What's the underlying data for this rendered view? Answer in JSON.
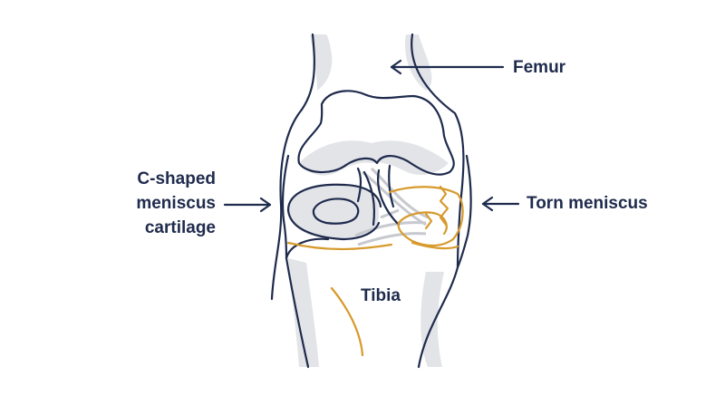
{
  "colors": {
    "outline": "#1f2b4d",
    "shade": "#e3e4e8",
    "ligament": "#c7c9cf",
    "meniscus": "#d79a2c",
    "background": "#ffffff"
  },
  "labels": {
    "femur": "Femur",
    "torn_meniscus": "Torn meniscus",
    "tibia": "Tibia",
    "c_shaped": {
      "line1": "C-shaped",
      "line2": "meniscus",
      "line3": "cartilage"
    }
  }
}
